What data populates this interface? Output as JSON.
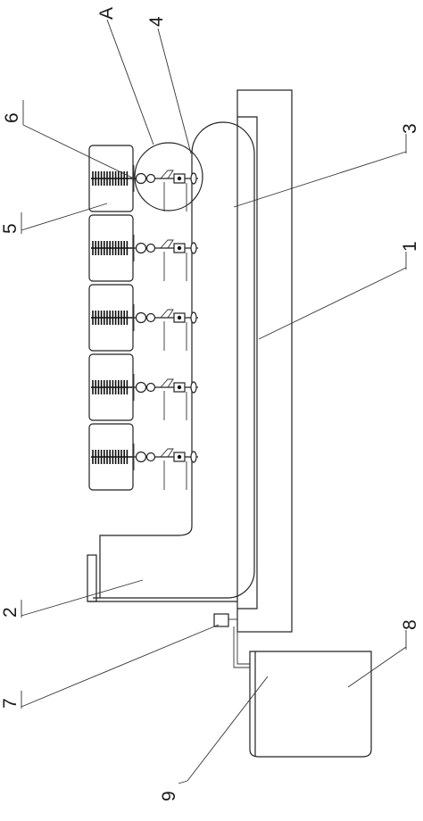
{
  "labels": {
    "l1": "1",
    "l2": "2",
    "l3": "3",
    "l4": "4",
    "l5": "5",
    "l6": "6",
    "l7": "7",
    "l8": "8",
    "l9": "9",
    "lA": "A"
  }
}
